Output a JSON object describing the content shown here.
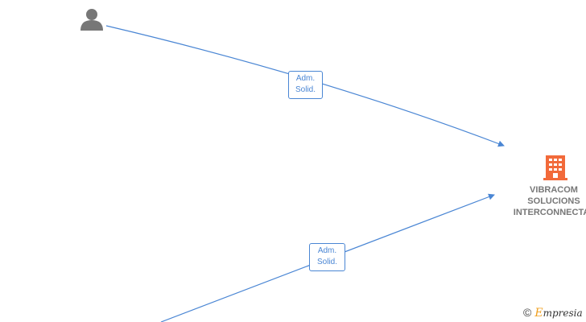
{
  "nodes": {
    "person": {
      "type": "person",
      "icon": "person-icon"
    },
    "company": {
      "type": "company",
      "icon": "building-icon",
      "name_lines": [
        "VIBRACOM",
        "SOLUCIONS",
        "INTERCONNECTAT"
      ]
    }
  },
  "edges": [
    {
      "from": "person",
      "to": "company",
      "label_lines": [
        "Adm.",
        "Solid."
      ]
    },
    {
      "from": "offscreen-bottom",
      "to": "company",
      "label_lines": [
        "Adm.",
        "Solid."
      ]
    }
  ],
  "branding": {
    "copyright": "©",
    "first_letter": "E",
    "rest": "mpresia"
  },
  "colors": {
    "edge": "#4a86d4",
    "company_icon": "#f26a3a",
    "person_icon": "#777777",
    "text": "#777777"
  }
}
